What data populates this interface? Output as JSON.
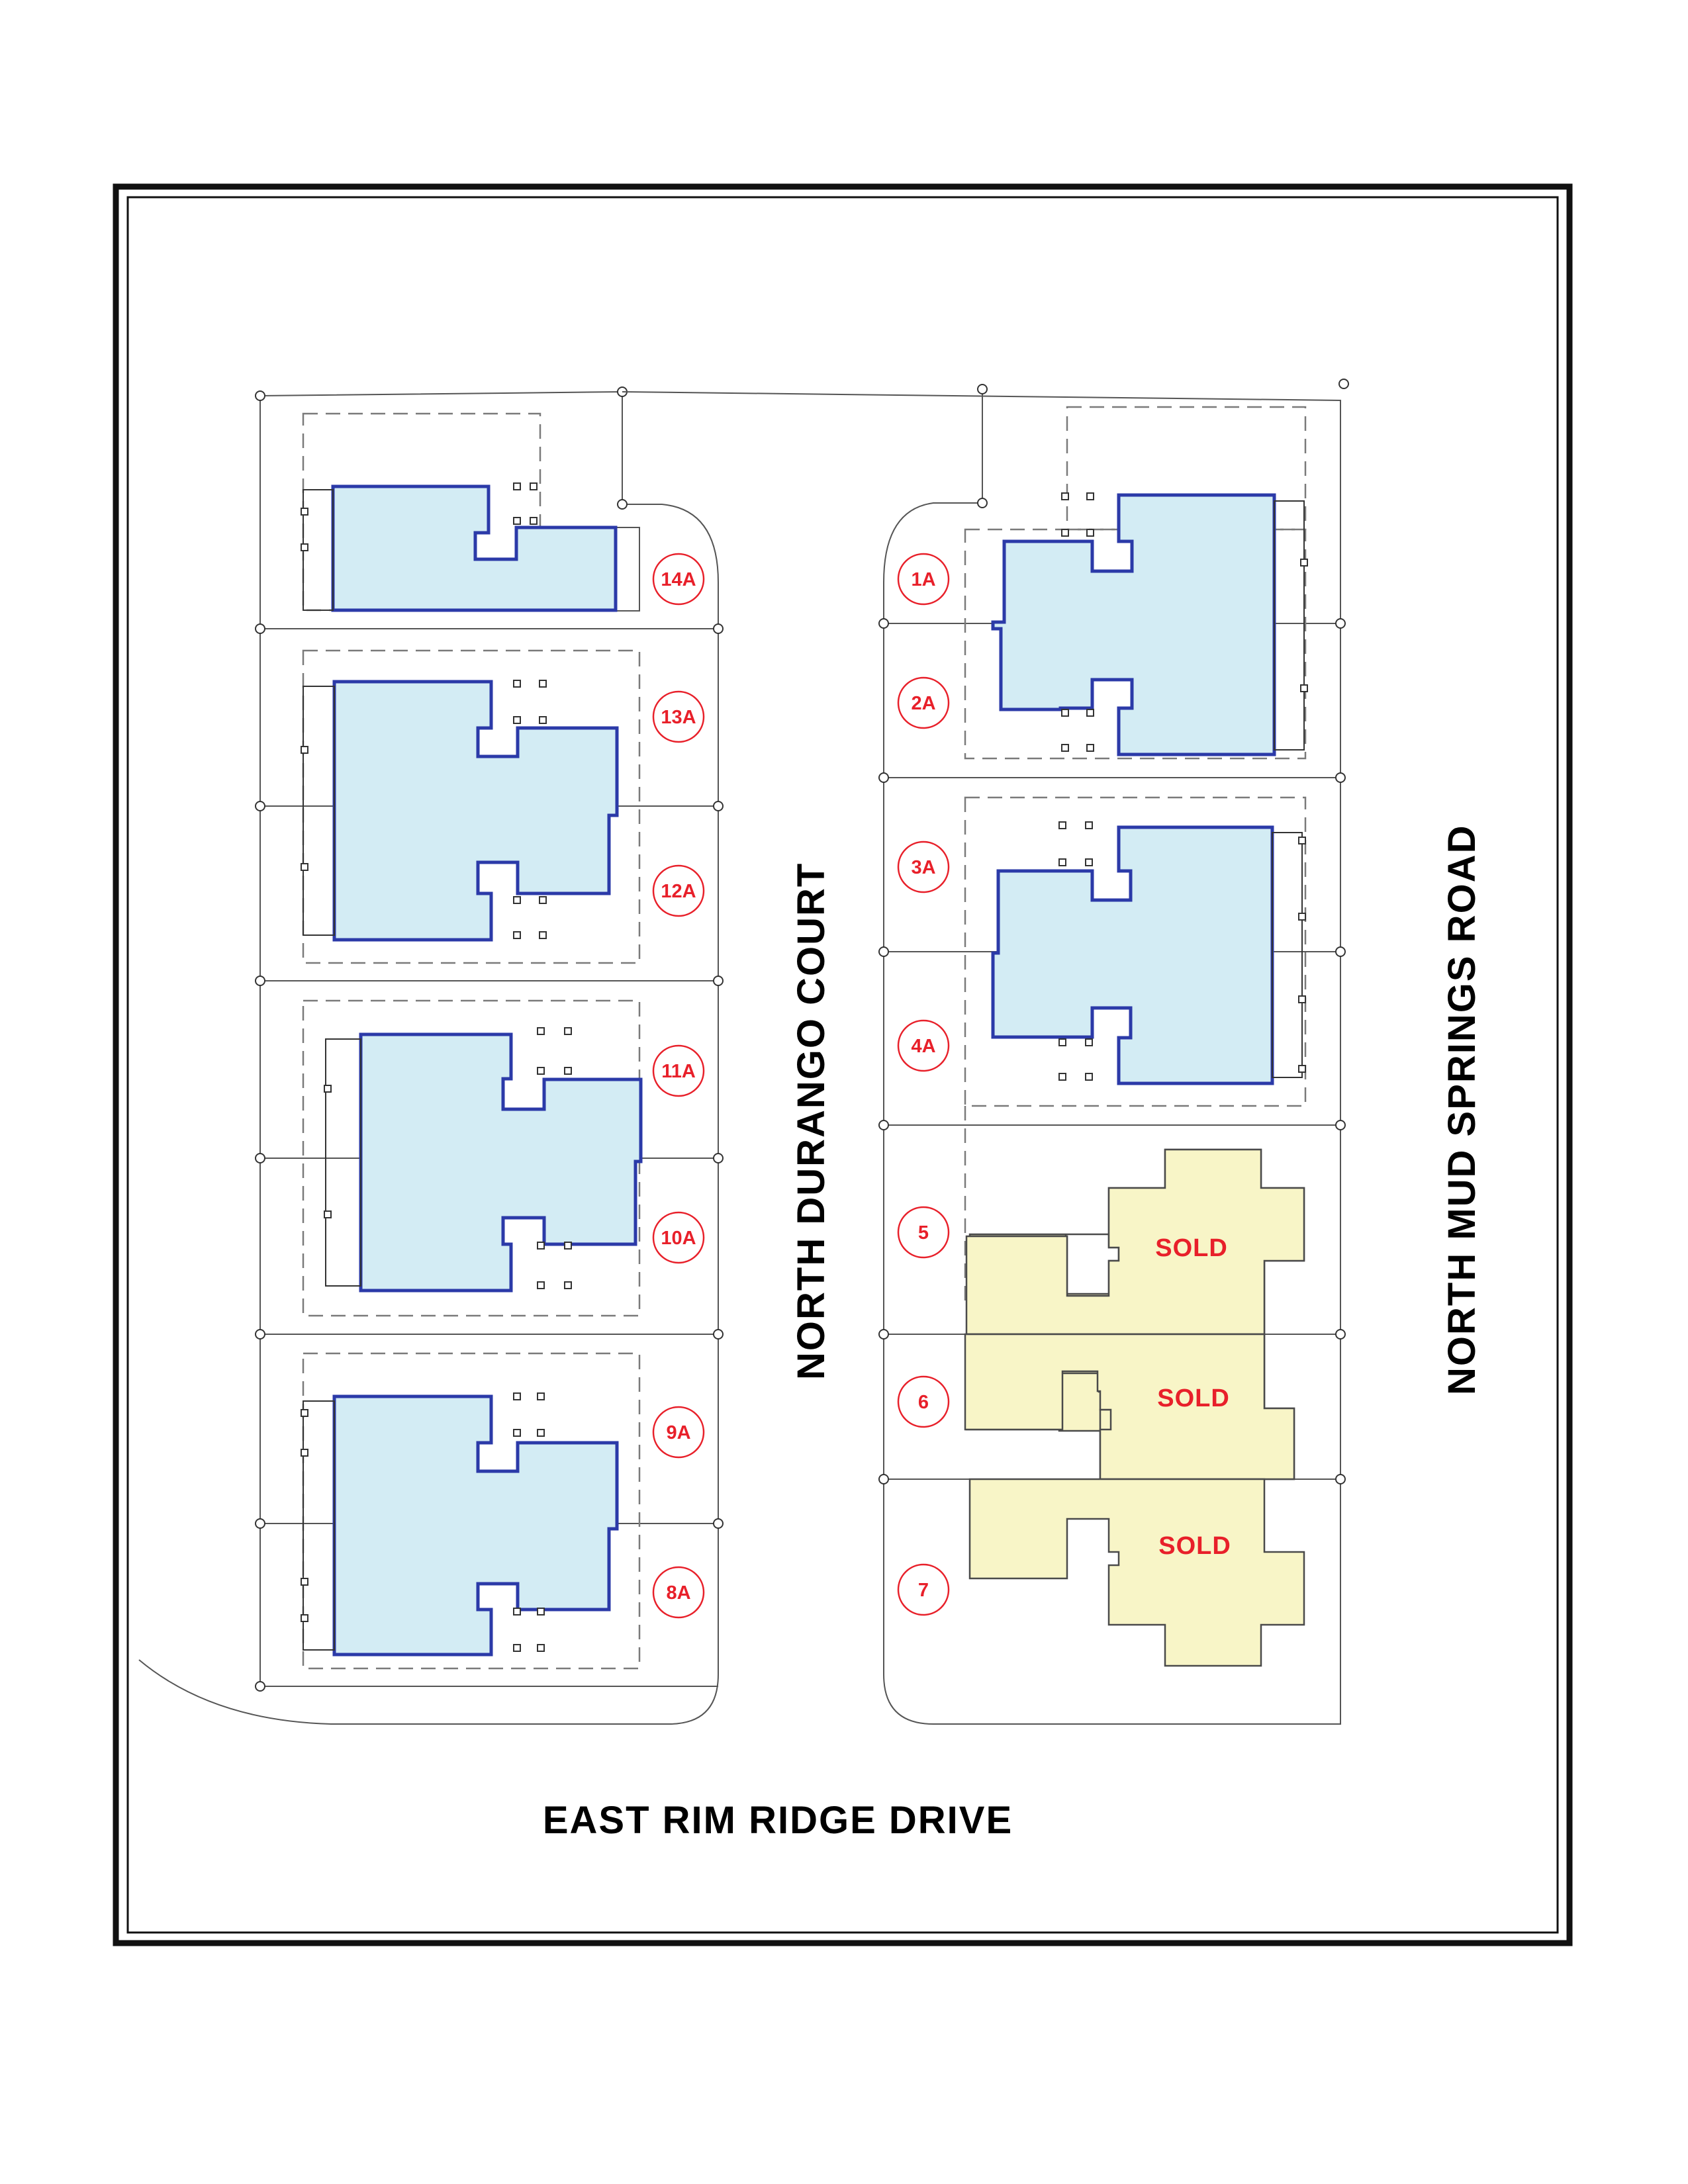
{
  "streets": {
    "court": "NORTH DURANGO COURT",
    "road": "NORTH MUD SPRINGS ROAD",
    "drive": "EAST RIM RIDGE DRIVE"
  },
  "lots": {
    "left": [
      "14A",
      "13A",
      "12A",
      "11A",
      "10A",
      "9A",
      "8A"
    ],
    "right": [
      "1A",
      "2A",
      "3A",
      "4A",
      "5",
      "6",
      "7"
    ]
  },
  "sold_label": "SOLD",
  "colors": {
    "available_fill": "#d3ecf4",
    "available_outline": "#2b3aa8",
    "sold_fill": "#f8f5c7",
    "lot_label": "#e8202a"
  }
}
